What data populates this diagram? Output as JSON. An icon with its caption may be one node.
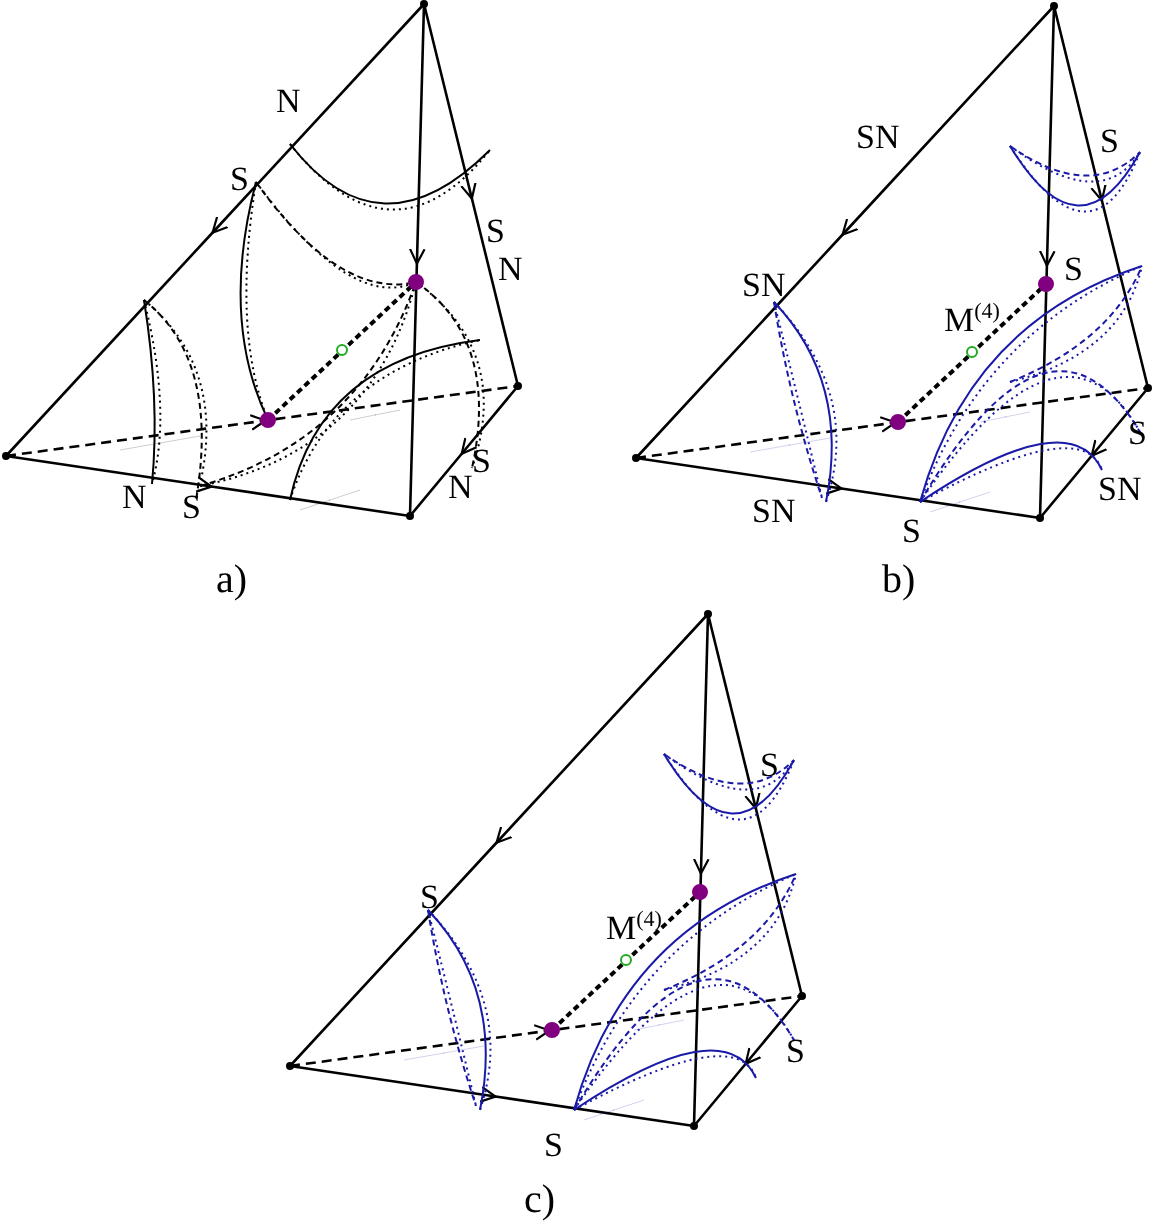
{
  "diagram": {
    "labels": [
      "N",
      "S",
      "S",
      "N",
      "N",
      "S",
      "S",
      "N",
      "a)",
      "SN",
      "S",
      "S",
      "SN",
      "M$^{(4)}$",
      "S",
      "SN",
      "SN",
      "S",
      "b)",
      "S",
      "S",
      "M$^{(4)}$",
      "S",
      "S",
      "c)"
    ]
  }
}
